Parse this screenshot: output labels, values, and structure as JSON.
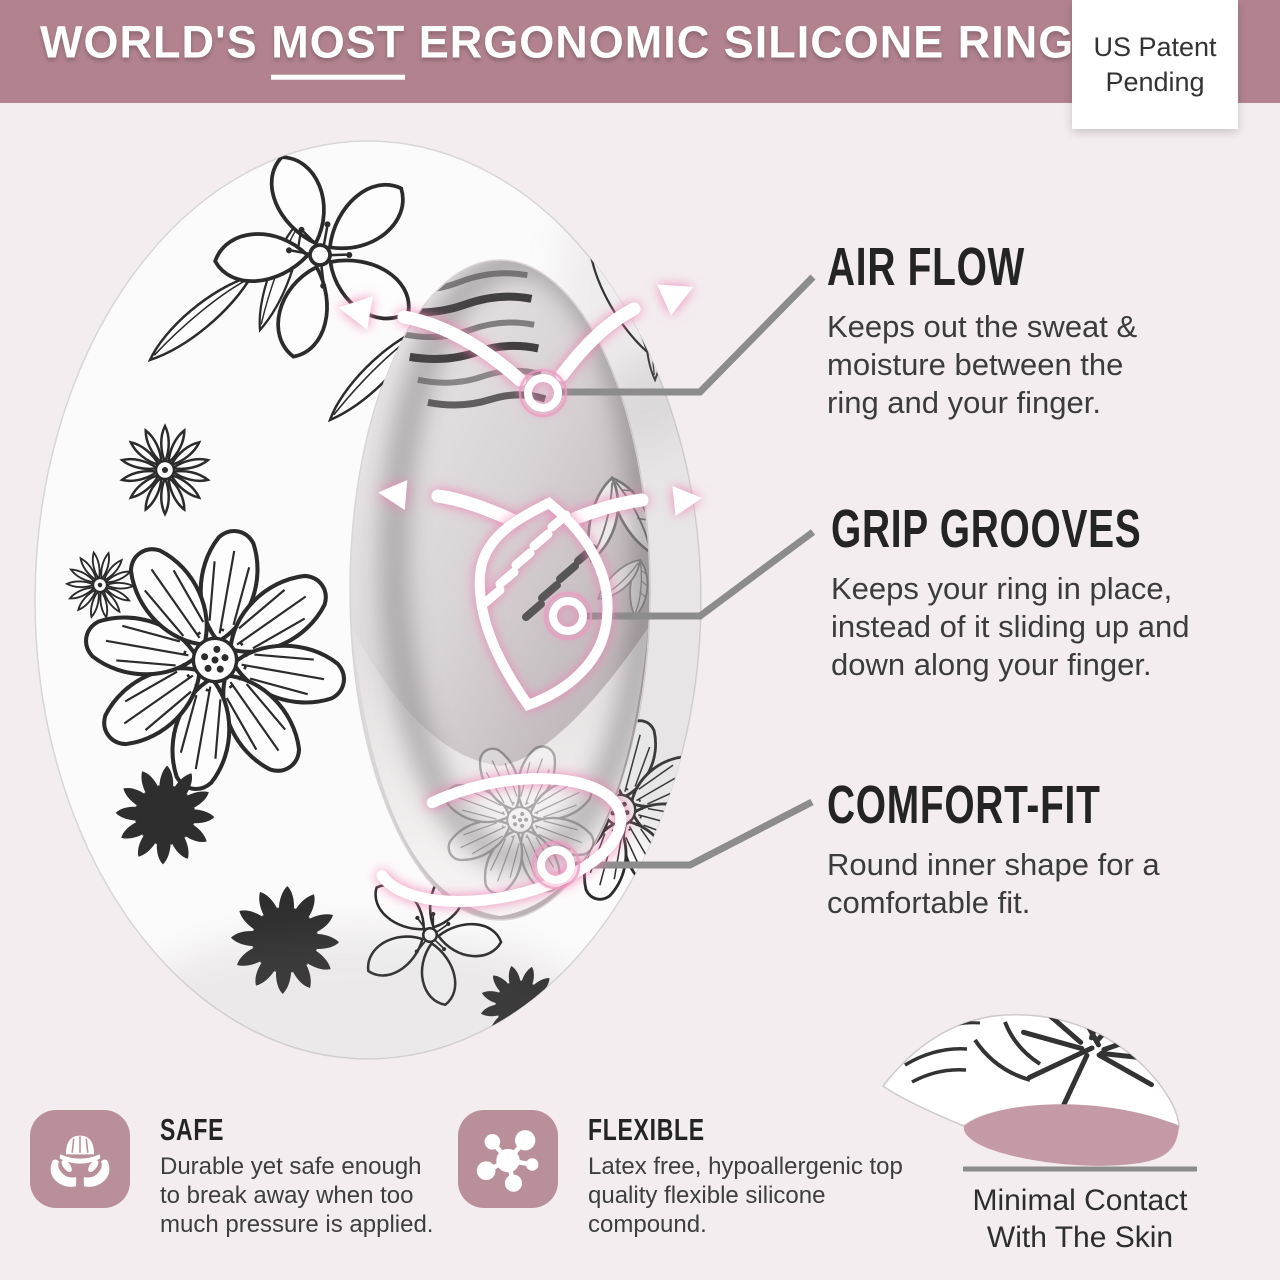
{
  "header": {
    "title_pre": "WORLD'S",
    "title_underlined": "MOST",
    "title_post": "ERGONOMIC SILICONE RING",
    "patent_note": "US Patent Pending"
  },
  "callouts": [
    {
      "id": "air-flow",
      "title": "AIR FLOW",
      "description": "Keeps out the sweat & moisture between the ring and your finger."
    },
    {
      "id": "grip-grooves",
      "title": "GRIP GROOVES",
      "description": "Keeps your ring in place, instead of it sliding up and down along your finger."
    },
    {
      "id": "comfort-fit",
      "title": "COMFORT-FIT",
      "description": "Round inner shape for a comfortable fit."
    }
  ],
  "features": [
    {
      "id": "safe",
      "title": "SAFE",
      "icon": "hard-hat-in-hands-icon",
      "description": "Durable yet safe enough to break away when too much pressure is applied."
    },
    {
      "id": "flexible",
      "title": "FLEXIBLE",
      "icon": "molecule-icon",
      "description": "Latex free, hypoallergenic top quality flexible silicone compound."
    }
  ],
  "cross_section": {
    "caption_line1": "Minimal Contact",
    "caption_line2": "With The Skin"
  },
  "colors": {
    "banner": "#b2838f",
    "background": "#f3edef",
    "icon_tile": "#b98f9a",
    "cross_section_fill": "#c59aa7",
    "glow_pink": "#ee7fb4",
    "connector_gray": "#8c8c8c",
    "ink": "#262626"
  }
}
